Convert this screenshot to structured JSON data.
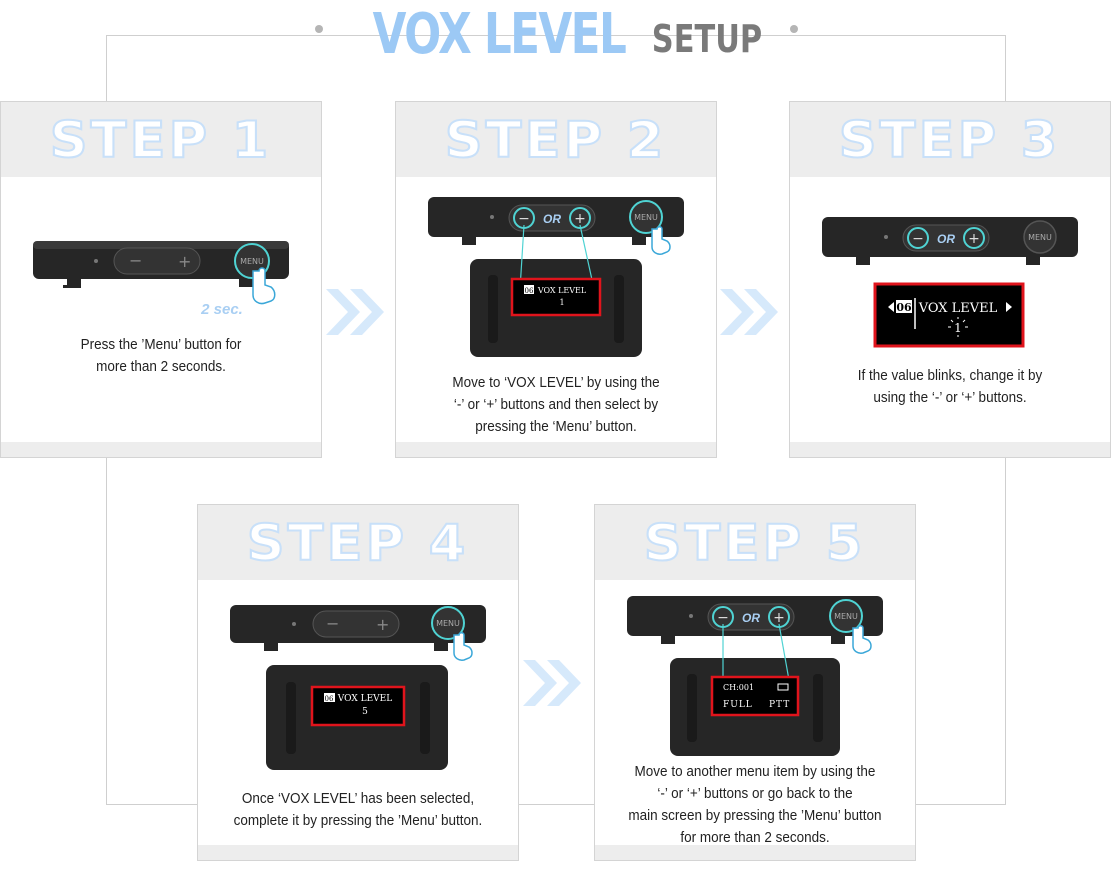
{
  "title": {
    "highlight": "VOX LEVEL",
    "rest": "SETUP"
  },
  "device": {
    "or": "OR",
    "menu": "MENU",
    "minus": "−",
    "plus": "+"
  },
  "steps": [
    {
      "label": "STEP 1",
      "hold_hint": "2 sec.",
      "lines": [
        "Press the ’Menu’ button for",
        "more than 2 seconds."
      ]
    },
    {
      "label": "STEP 2",
      "lines": [
        "Move to ‘VOX LEVEL’ by using the",
        "‘-’ or ‘+’ buttons and then select by",
        "pressing the ‘Menu’ button."
      ],
      "screen": {
        "index": "06",
        "name": "VOX LEVEL",
        "value": "1"
      }
    },
    {
      "label": "STEP 3",
      "lines": [
        "If the value blinks, change it by",
        "using the ‘-’ or ‘+’ buttons."
      ],
      "screen": {
        "index": "06",
        "name": "VOX LEVEL",
        "value": "1"
      }
    },
    {
      "label": "STEP 4",
      "lines": [
        "Once ‘VOX LEVEL’ has been selected,",
        "complete it by pressing the ’Menu’ button."
      ],
      "screen": {
        "index": "06",
        "name": "VOX LEVEL",
        "value": "5"
      }
    },
    {
      "label": "STEP 5",
      "lines": [
        "Move to another menu item by using the",
        "‘-’ or ‘+’ buttons or go back to the",
        "main screen by pressing the ’Menu’ button",
        "for more than 2 seconds."
      ],
      "screen": {
        "channel": "CH:001",
        "mode": "FULL",
        "type": "PTT"
      }
    }
  ],
  "colors": {
    "accent": "#9cc9f5",
    "highlight_ring": "#4fd3d3",
    "screen_frame": "#e0141c",
    "device": "#222222"
  }
}
